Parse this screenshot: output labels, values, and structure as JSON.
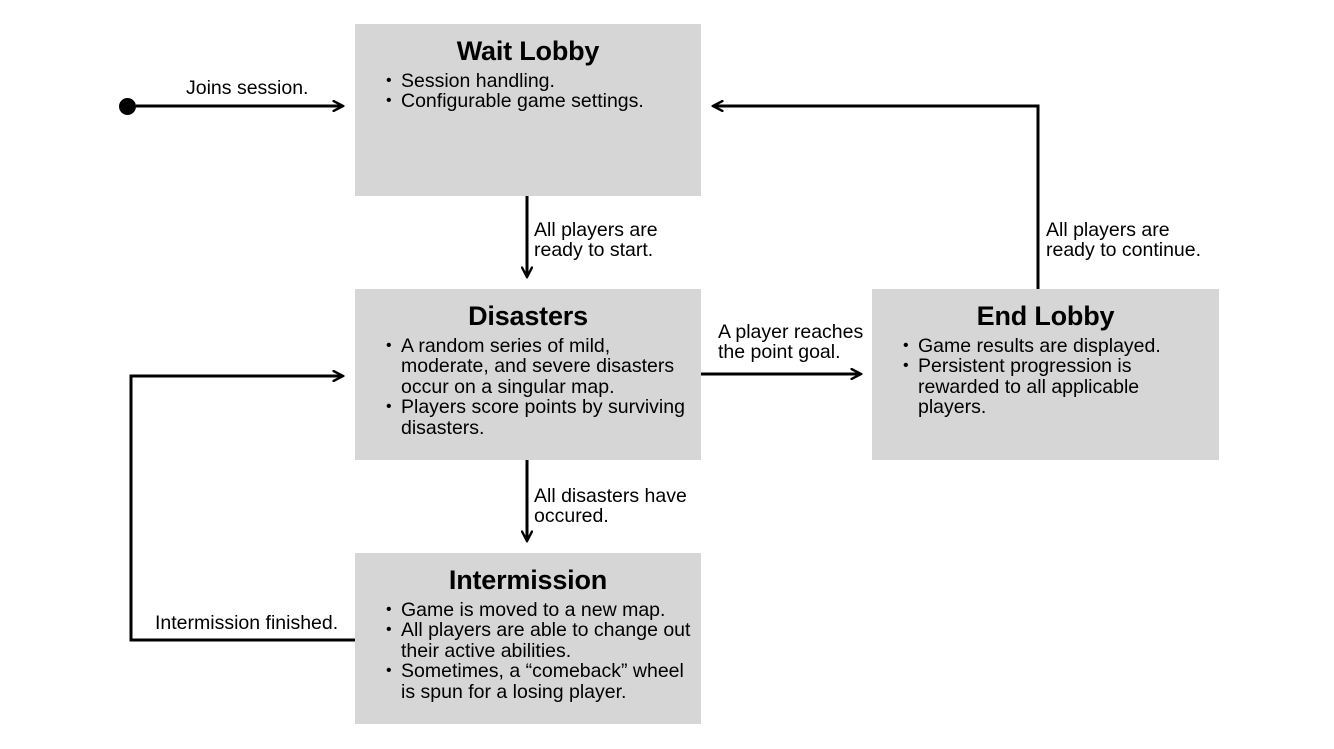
{
  "diagram": {
    "type": "state-flow-diagram",
    "background_color": "#ffffff",
    "node_fill_color": "#d6d6d6",
    "edge_color": "#000000",
    "text_color": "#000000",
    "start_marker": "filled-circle"
  },
  "nodes": [
    {
      "id": "wait-lobby",
      "title": "Wait Lobby",
      "items": [
        "Session handling.",
        "Configurable game settings."
      ]
    },
    {
      "id": "disasters",
      "title": "Disasters",
      "items": [
        "A random series of mild, moderate, and severe disasters occur on a singular map.",
        "Players score points by surviving disasters."
      ]
    },
    {
      "id": "intermission",
      "title": "Intermission",
      "items": [
        "Game is moved to a new map.",
        "All players are able to change out their active abilities.",
        "Sometimes, a “comeback” wheel is spun for a losing player."
      ]
    },
    {
      "id": "end-lobby",
      "title": "End Lobby",
      "items": [
        "Game results are displayed.",
        "Persistent progression is rewarded to all applicable players."
      ]
    }
  ],
  "edges": [
    {
      "id": "start-to-wait-lobby",
      "from": "start",
      "to": "wait-lobby",
      "label": "Joins session."
    },
    {
      "id": "wait-lobby-to-disasters",
      "from": "wait-lobby",
      "to": "disasters",
      "label_line1": "All players are",
      "label_line2": "ready to start."
    },
    {
      "id": "disasters-to-end-lobby",
      "from": "disasters",
      "to": "end-lobby",
      "label_line1": "A player reaches",
      "label_line2": "the point goal."
    },
    {
      "id": "disasters-to-intermission",
      "from": "disasters",
      "to": "intermission",
      "label_line1": "All disasters have",
      "label_line2": "occured."
    },
    {
      "id": "intermission-to-disasters",
      "from": "intermission",
      "to": "disasters",
      "label": "Intermission finished."
    },
    {
      "id": "end-lobby-to-wait-lobby",
      "from": "end-lobby",
      "to": "wait-lobby",
      "label_line1": "All players are",
      "label_line2": "ready to continue."
    }
  ]
}
